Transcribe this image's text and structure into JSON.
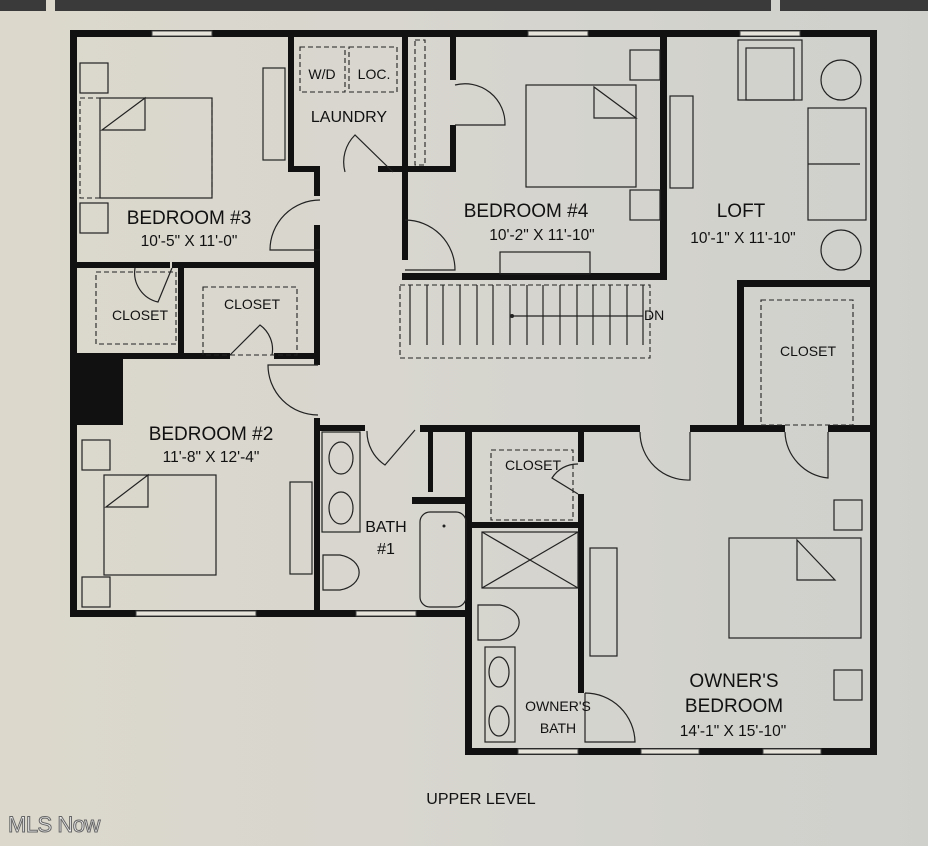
{
  "plan": {
    "title": "UPPER LEVEL",
    "rooms": {
      "bedroom3": {
        "name": "BEDROOM #3",
        "dims": "10'-5\" X 11'-0\""
      },
      "laundry": {
        "name": "LAUNDRY",
        "wd": "W/D",
        "loc": "LOC."
      },
      "bedroom4": {
        "name": "BEDROOM #4",
        "dims": "10'-2\" X 11'-10\""
      },
      "loft": {
        "name": "LOFT",
        "dims": "10'-1\" X 11'-10\""
      },
      "closet_b3": {
        "name": "CLOSET"
      },
      "closet_b2": {
        "name": "CLOSET"
      },
      "closet_hall": {
        "name": "CLOSET"
      },
      "closet_owner": {
        "name": "CLOSET"
      },
      "bedroom2": {
        "name": "BEDROOM #2",
        "dims": "11'-8\" X 12'-4\""
      },
      "bath1": {
        "name_line1": "BATH",
        "name_line2": "#1"
      },
      "owners_bath": {
        "name_line1": "OWNER'S",
        "name_line2": "BATH"
      },
      "owners_bedroom": {
        "name_line1": "OWNER'S",
        "name_line2": "BEDROOM",
        "dims": "14'-1\" X 15'-10\""
      }
    },
    "stairs": {
      "label": "DN"
    }
  },
  "watermark": "MLS Now"
}
